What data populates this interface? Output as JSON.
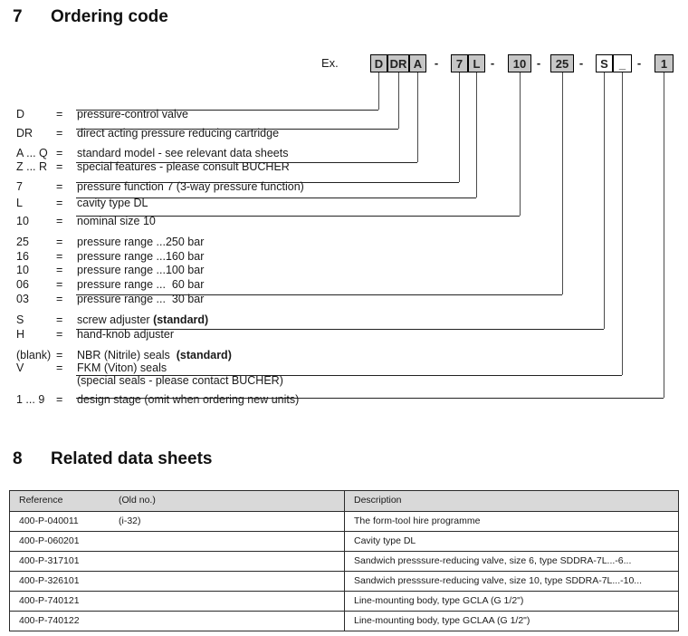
{
  "section_ordering": {
    "number": "7",
    "title": "Ordering code"
  },
  "example": {
    "label": "Ex.",
    "items": [
      {
        "text": "D"
      },
      {
        "text": "DR"
      },
      {
        "text": "A"
      },
      {
        "text": "-"
      },
      {
        "text": "7"
      },
      {
        "text": "L"
      },
      {
        "text": "-"
      },
      {
        "text": "10"
      },
      {
        "text": "-"
      },
      {
        "text": "25"
      },
      {
        "text": "-"
      },
      {
        "text": "S"
      },
      {
        "text": "_"
      },
      {
        "text": "-"
      },
      {
        "text": "1"
      }
    ]
  },
  "code_rows": [
    {
      "code": "D",
      "eq": "=",
      "desc": "pressure-control valve"
    },
    {
      "code": "DR",
      "eq": "=",
      "desc": "direct acting pressure reducing cartridge"
    },
    {
      "code": "A ... Q",
      "eq": "=",
      "desc": "standard model - see relevant data sheets"
    },
    {
      "code": "Z ... R",
      "eq": "=",
      "desc": "special features - please consult BUCHER"
    },
    {
      "code": "7",
      "eq": "=",
      "desc": "pressure function 7 (3-way pressure function)"
    },
    {
      "code": "L",
      "eq": "=",
      "desc": "cavity type DL"
    },
    {
      "code": "10",
      "eq": "=",
      "desc": "nominal size 10"
    },
    {
      "code": "25",
      "eq": "=",
      "desc": "pressure range ...250 bar"
    },
    {
      "code": "16",
      "eq": "=",
      "desc": "pressure range ...160 bar"
    },
    {
      "code": "10",
      "eq": "=",
      "desc": "pressure range ...100 bar"
    },
    {
      "code": "06",
      "eq": "=",
      "desc": "pressure range ...  60 bar"
    },
    {
      "code": "03",
      "eq": "=",
      "desc": "pressure range ...  30 bar"
    },
    {
      "code": "S",
      "eq": "=",
      "desc": "screw adjuster ",
      "desc_bold": "(standard)"
    },
    {
      "code": "H",
      "eq": "=",
      "desc": "hand-knob adjuster"
    },
    {
      "code": "(blank)",
      "eq": "=",
      "desc": "NBR (Nitrile) seals ",
      "desc_bold": " (standard)"
    },
    {
      "code": "V",
      "eq": "=",
      "desc": "FKM (Viton) seals"
    },
    {
      "code": "",
      "eq": "",
      "desc": "(special seals - please contact BUCHER)"
    },
    {
      "code": "1 ... 9",
      "eq": "=",
      "desc": "design stage (omit when ordering new units)"
    }
  ],
  "section_related": {
    "number": "8",
    "title": "Related data sheets"
  },
  "table": {
    "headers": [
      "Reference",
      "(Old no.)",
      "Description"
    ],
    "rows": [
      {
        "reference": "400-P-040011",
        "old_no": "(i-32)",
        "description": "The form-tool hire programme"
      },
      {
        "reference": "400-P-060201",
        "old_no": "",
        "description": "Cavity type DL"
      },
      {
        "reference": "400-P-317101",
        "old_no": "",
        "description": "Sandwich presssure-reducing valve, size 6, type SDDRA-7L...-6..."
      },
      {
        "reference": "400-P-326101",
        "old_no": "",
        "description": "Sandwich presssure-reducing valve, size 10, type SDDRA-7L...-10..."
      },
      {
        "reference": "400-P-740121",
        "old_no": "",
        "description": "Line-mounting body, type GCLA (G 1/2\")"
      },
      {
        "reference": "400-P-740122",
        "old_no": "",
        "description": "Line-mounting body, type GCLAA (G 1/2\")"
      }
    ]
  },
  "colors": {
    "box_gray": "#c6c6c6",
    "table_header_gray": "#d9d9d9",
    "line": "#4a4a4a"
  }
}
